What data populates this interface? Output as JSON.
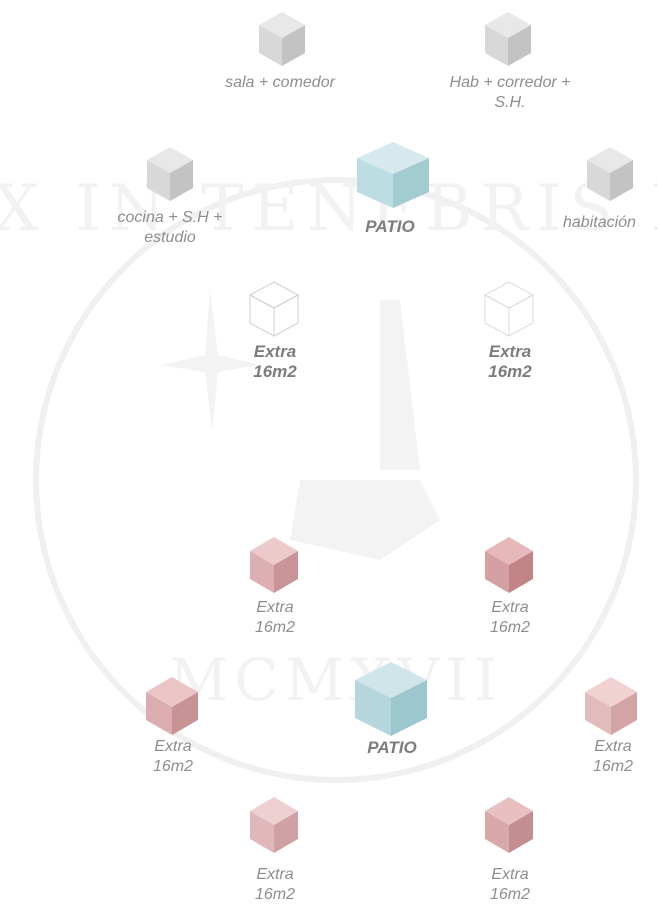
{
  "colors": {
    "grey_cube": "#cfcfcf",
    "teal_cube": "#a6ccd3",
    "pink_cube": "#d3a3a6",
    "label_text": "#8e8e8e",
    "watermark": "#f1f1f1"
  },
  "watermark": {
    "motto": "ET LUX IN TENEBRIS LUCET",
    "year": "MCMXVII"
  },
  "nodes": [
    {
      "id": "sala_comedor",
      "label": "sala + comedor",
      "cube": "grey",
      "bold": false
    },
    {
      "id": "hab_corredor",
      "label": "Hab + corredor +\nS.H.",
      "cube": "grey",
      "bold": false
    },
    {
      "id": "cocina",
      "label": "cocina +  S.H +\nestudio",
      "cube": "grey",
      "bold": false
    },
    {
      "id": "patio_top",
      "label": "PATIO",
      "cube": "teal",
      "bold": true
    },
    {
      "id": "habitacion",
      "label": "habitación",
      "cube": "grey",
      "bold": false
    },
    {
      "id": "extra_outline_1",
      "label": "Extra\n16m2",
      "cube": "outline",
      "bold": true
    },
    {
      "id": "extra_outline_2",
      "label": "Extra\n16m2",
      "cube": "outline",
      "bold": true
    },
    {
      "id": "extra_pink_1",
      "label": "Extra\n16m2",
      "cube": "pink",
      "bold": false
    },
    {
      "id": "extra_pink_2",
      "label": "Extra\n16m2",
      "cube": "pink",
      "bold": false
    },
    {
      "id": "extra_pink_3",
      "label": "Extra\n16m2",
      "cube": "pink",
      "bold": false
    },
    {
      "id": "patio_bottom",
      "label": "PATIO",
      "cube": "teal",
      "bold": true
    },
    {
      "id": "extra_pink_4",
      "label": "Extra\n16m2",
      "cube": "pink",
      "bold": false
    },
    {
      "id": "extra_pink_5",
      "label": "Extra\n16m2",
      "cube": "pink",
      "bold": false
    },
    {
      "id": "extra_pink_6",
      "label": "Extra\n16m2",
      "cube": "pink",
      "bold": false
    }
  ]
}
